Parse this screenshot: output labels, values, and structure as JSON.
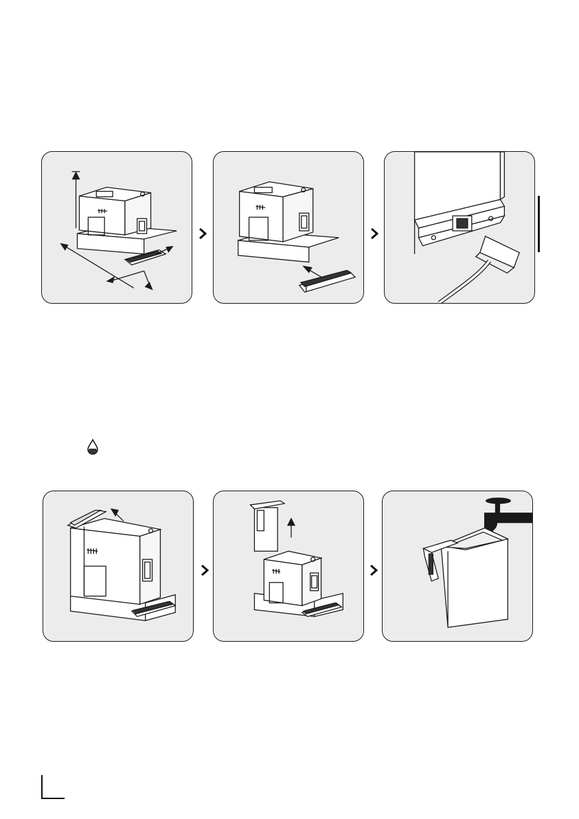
{
  "figures": {
    "row1": [
      {
        "id": "fig-1",
        "icon": "machine-dimensions"
      },
      {
        "id": "fig-2",
        "icon": "insert-drip-tray"
      },
      {
        "id": "fig-3",
        "icon": "connect-power-cable"
      }
    ],
    "row2": [
      {
        "id": "fig-4",
        "icon": "open-water-tank-lid"
      },
      {
        "id": "fig-5",
        "icon": "lift-water-tank"
      },
      {
        "id": "fig-6",
        "icon": "fill-tank-at-tap"
      }
    ]
  },
  "icons": {
    "step_arrow": "chevron-right-icon",
    "water_level": "water-drop-icon"
  },
  "colors": {
    "panel_bg": "#ececec",
    "line": "#1a1a1a",
    "page_bg": "#ffffff"
  }
}
